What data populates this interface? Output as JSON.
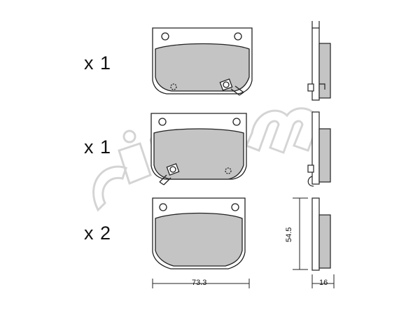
{
  "quantities": [
    {
      "label": "x 1"
    },
    {
      "label": "x 1"
    },
    {
      "label": "x 2"
    }
  ],
  "dimensions": {
    "width": "73.3",
    "height": "54.5",
    "thickness": "16"
  },
  "watermark": {
    "text": "cifam"
  },
  "colors": {
    "pad_fill": "#c4c4c4",
    "outline": "#222222",
    "watermark": "#d0d0d0"
  }
}
